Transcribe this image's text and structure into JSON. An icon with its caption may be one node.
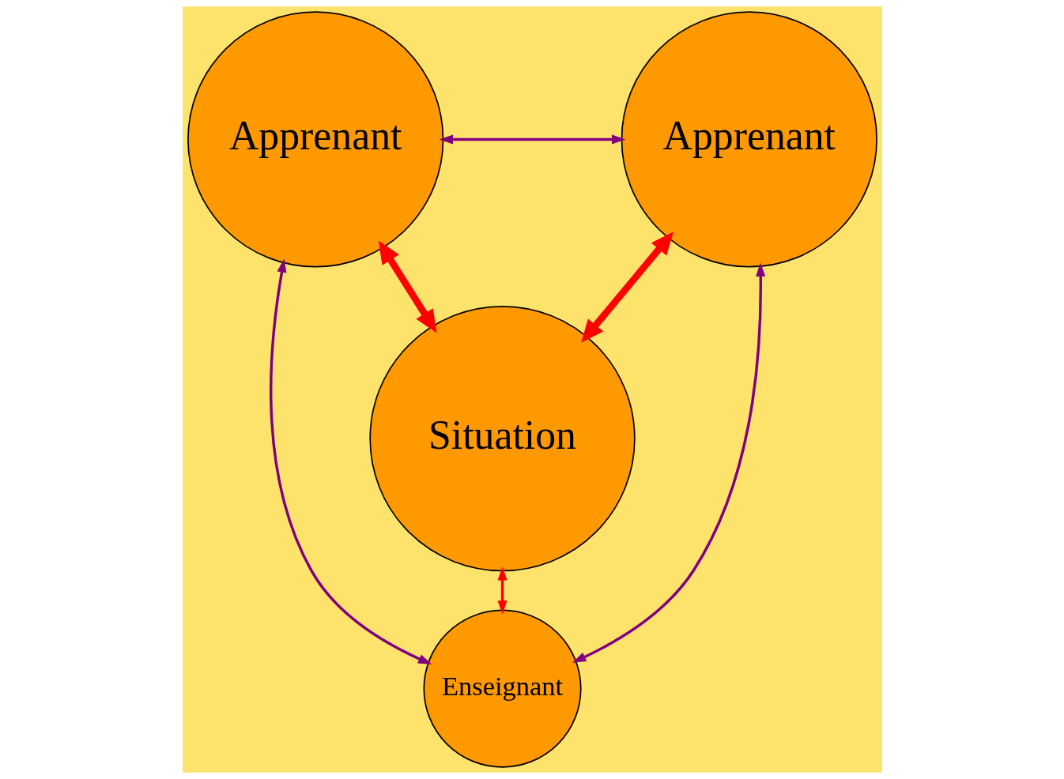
{
  "diagram": {
    "nodes": [
      {
        "text": [
          "Apprenant"
        ]
      },
      {
        "text": [
          "Apprenant"
        ]
      },
      {
        "text": [
          "Situation"
        ]
      },
      {
        "text": [
          "Enseignant"
        ]
      }
    ],
    "edges": [
      {
        "from": 0,
        "to": 1,
        "arrow": "both",
        "color": "#800080"
      },
      {
        "from": 0,
        "to": 2,
        "arrow": "both",
        "style": "thick",
        "color": "#ff0000"
      },
      {
        "from": 2,
        "to": 1,
        "arrow": "both",
        "style": "thick",
        "color": "#ff0000"
      },
      {
        "from": 0,
        "to": 3,
        "arrow": "both",
        "color": "#800080"
      },
      {
        "from": 2,
        "to": 3,
        "arrow": "both",
        "color": "#ff0000"
      },
      {
        "from": 1,
        "to": 3,
        "arrow": "both",
        "color": "#800080"
      }
    ]
  }
}
